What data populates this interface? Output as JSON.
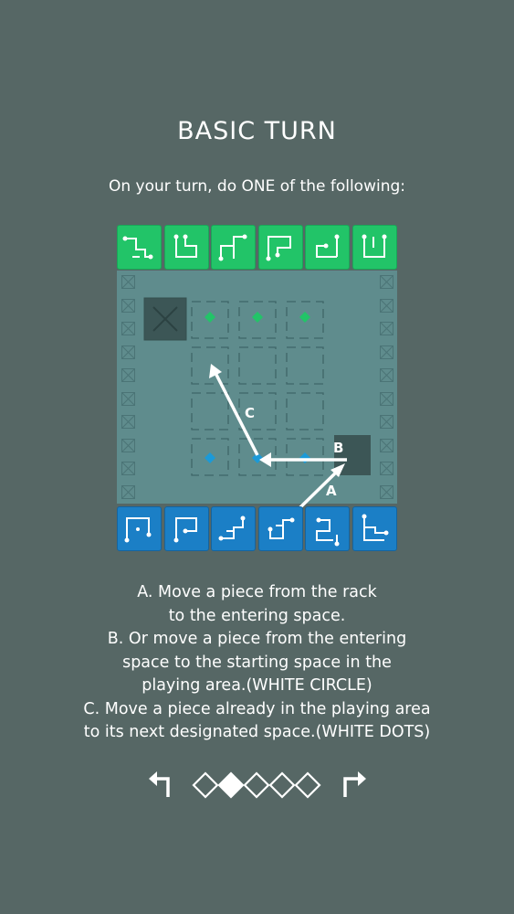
{
  "title": "BASIC TURN",
  "subtitle": "On your turn, do ONE of the following:",
  "board": {
    "arrow_labels": {
      "a": "A",
      "b": "B",
      "c": "C"
    },
    "colors": {
      "green": "#22c468",
      "blue": "#1b7fc6",
      "white": "#ffffff"
    }
  },
  "instructions": [
    "A. Move a piece from the rack",
    "to the entering space.",
    "B. Or move a piece from the entering",
    "space to the starting space in the",
    "playing area.(WHITE CIRCLE)",
    "C. Move a piece already in the playing area",
    "to its next designated space.(WHITE DOTS)"
  ],
  "pagination": {
    "total": 5,
    "current": 2
  },
  "nav": {
    "back_icon": "turn-left-arrow-icon",
    "forward_icon": "turn-right-arrow-icon"
  }
}
